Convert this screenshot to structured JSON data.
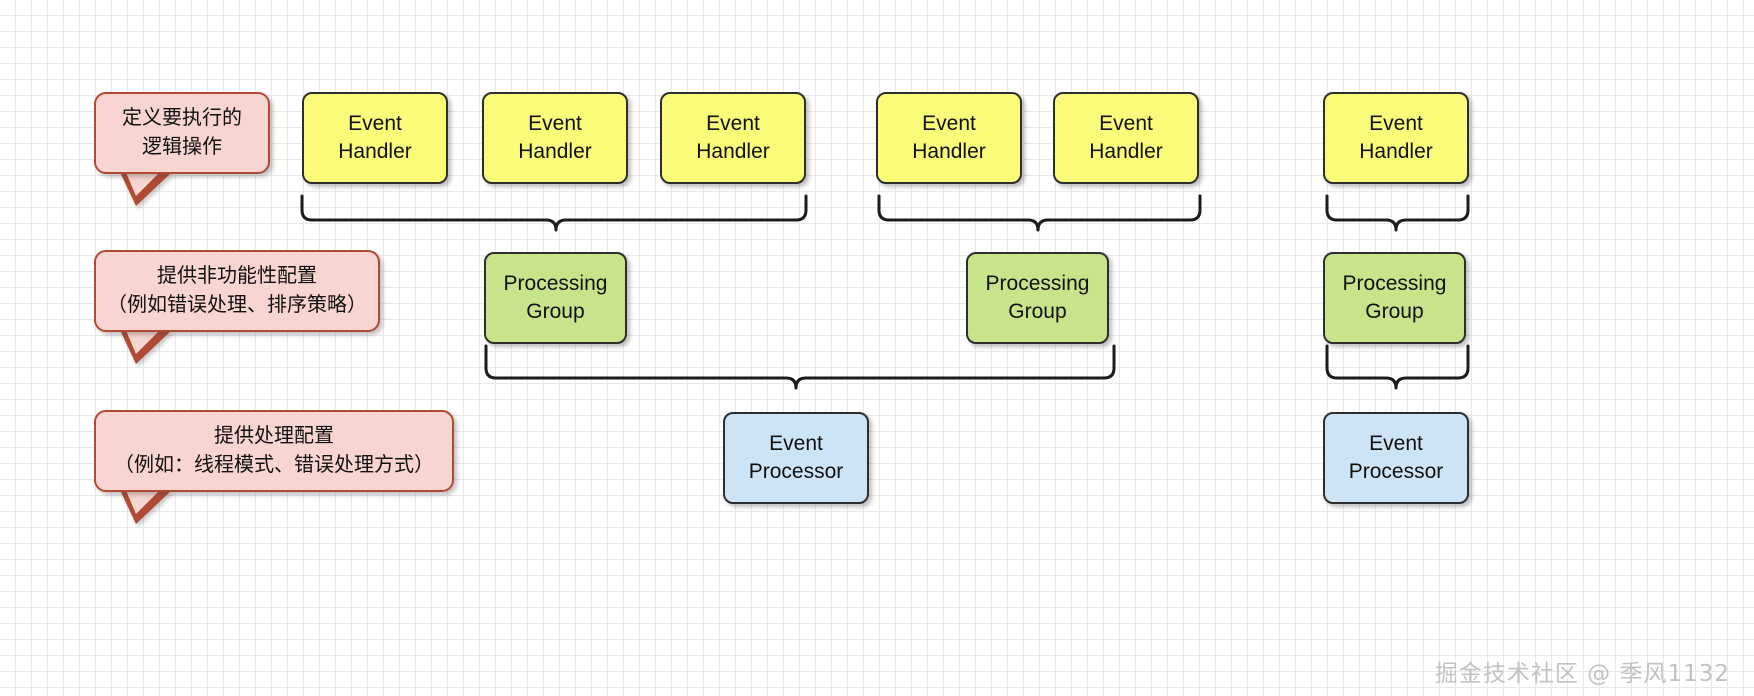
{
  "diagram": {
    "title": "Event Handler / Processing Group / Event Processor hierarchy",
    "colors": {
      "handler_fill": "#fbfb7a",
      "group_fill": "#c8e48b",
      "processor_fill": "#cde4f7",
      "callout_fill": "#f8d5d0",
      "callout_border": "#b04a33",
      "node_border": "#2e2e2e",
      "grid_minor": "#e8e8ea",
      "grid_major": "#c9c9cf",
      "watermark": "#c2c2c6"
    },
    "callouts": [
      {
        "id": "callout-logic",
        "text": "定义要执行的\n逻辑操作"
      },
      {
        "id": "callout-nonfunctional",
        "text": "提供非功能性配置\n（例如错误处理、排序策略）"
      },
      {
        "id": "callout-processing",
        "text": "提供处理配置\n（例如：线程模式、错误处理方式）"
      }
    ],
    "handlers": [
      {
        "id": "handler-1",
        "text": "Event\nHandler"
      },
      {
        "id": "handler-2",
        "text": "Event\nHandler"
      },
      {
        "id": "handler-3",
        "text": "Event\nHandler"
      },
      {
        "id": "handler-4",
        "text": "Event\nHandler"
      },
      {
        "id": "handler-5",
        "text": "Event\nHandler"
      },
      {
        "id": "handler-6",
        "text": "Event\nHandler"
      }
    ],
    "groups": [
      {
        "id": "group-1",
        "text": "Processing\nGroup"
      },
      {
        "id": "group-2",
        "text": "Processing\nGroup"
      },
      {
        "id": "group-3",
        "text": "Processing\nGroup"
      }
    ],
    "processors": [
      {
        "id": "processor-1",
        "text": "Event\nProcessor"
      },
      {
        "id": "processor-2",
        "text": "Event\nProcessor"
      }
    ],
    "watermark": "掘金技术社区 @ 季风1132"
  }
}
